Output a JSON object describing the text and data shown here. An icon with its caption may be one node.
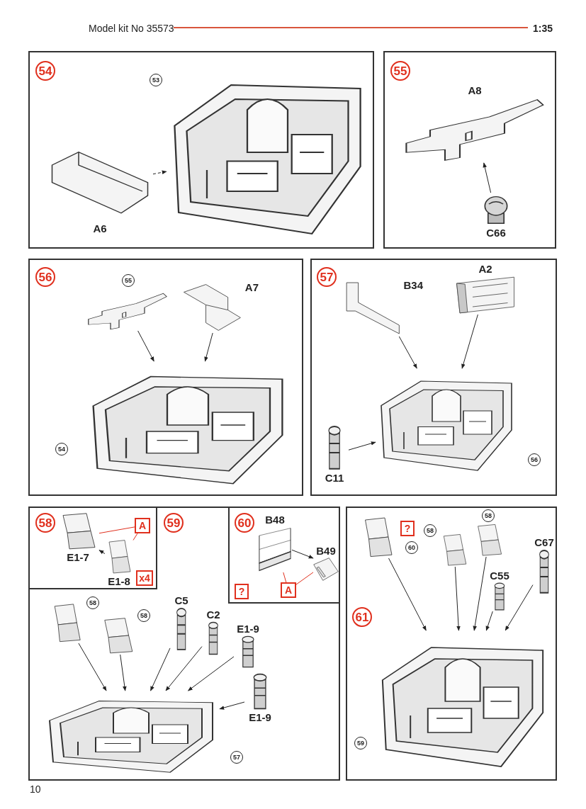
{
  "diagram": {
    "nodes": [
      {
        "text": [],
        "shape": "box"
      },
      {
        "text": [
          "54"
        ],
        "in": 0
      },
      {
        "text": [
          "53"
        ],
        "in": 0
      },
      {
        "text": [],
        "shape": "picture",
        "in": 0
      },
      {
        "text": [],
        "shape": "picture",
        "in": 0,
        "beside": [
          "A6"
        ]
      },
      {
        "text": [],
        "shape": "box"
      },
      {
        "text": [
          "55"
        ],
        "in": 5
      },
      {
        "text": [],
        "shape": "picture",
        "in": 5,
        "beside": [
          "A8"
        ]
      },
      {
        "text": [],
        "shape": "picture",
        "in": 5,
        "beside": [
          "C66"
        ]
      },
      {
        "text": [],
        "shape": "box"
      },
      {
        "text": [
          "56"
        ],
        "in": 9
      },
      {
        "text": [
          "55"
        ],
        "in": 9
      },
      {
        "text": [],
        "shape": "picture",
        "in": 9
      },
      {
        "text": [],
        "shape": "picture",
        "in": 9,
        "beside": [
          "A7"
        ]
      },
      {
        "text": [],
        "shape": "picture",
        "in": 9
      },
      {
        "text": [
          "54"
        ],
        "in": 9
      },
      {
        "text": [],
        "shape": "box"
      },
      {
        "text": [
          "57"
        ],
        "in": 16
      },
      {
        "text": [],
        "shape": "picture",
        "in": 16,
        "beside": [
          "A2"
        ]
      },
      {
        "text": [],
        "shape": "picture",
        "in": 16,
        "beside": [
          "B34"
        ]
      },
      {
        "text": [],
        "shape": "picture",
        "in": 16,
        "beside": [
          "C11"
        ]
      },
      {
        "text": [],
        "shape": "picture",
        "in": 16
      },
      {
        "text": [
          "56"
        ],
        "in": 16
      },
      {
        "text": [],
        "shape": "box",
        "in": 29
      },
      {
        "text": [
          "58"
        ],
        "in": 23
      },
      {
        "text": [],
        "shape": "picture",
        "in": 23,
        "beside": [
          "E1-7"
        ]
      },
      {
        "text": [],
        "shape": "picture",
        "in": 23,
        "beside": [
          "E1-8"
        ]
      },
      {
        "text": [
          "A"
        ],
        "in": 23
      },
      {
        "text": [
          "x4"
        ],
        "in": 23
      },
      {
        "text": [],
        "shape": "box"
      },
      {
        "text": [
          "59"
        ],
        "in": 29
      },
      {
        "text": [],
        "shape": "picture",
        "in": 29
      },
      {
        "text": [
          "58"
        ],
        "in": 29
      },
      {
        "text": [],
        "shape": "picture",
        "in": 29
      },
      {
        "text": [
          "58"
        ],
        "in": 29
      },
      {
        "text": [],
        "shape": "picture",
        "in": 29,
        "beside": [
          "C5"
        ]
      },
      {
        "text": [],
        "shape": "picture",
        "in": 29,
        "beside": [
          "C2"
        ]
      },
      {
        "text": [],
        "shape": "picture",
        "in": 29,
        "beside": [
          "E1-9"
        ]
      },
      {
        "text": [],
        "shape": "picture",
        "in": 29,
        "beside": [
          "E1-9"
        ]
      },
      {
        "text": [],
        "shape": "picture",
        "in": 29
      },
      {
        "text": [
          "57"
        ],
        "in": 29
      },
      {
        "text": [],
        "shape": "box",
        "in": 29
      },
      {
        "text": [
          "60"
        ],
        "in": 41
      },
      {
        "text": [],
        "shape": "picture",
        "in": 41,
        "beside": [
          "B48"
        ]
      },
      {
        "text": [],
        "shape": "picture",
        "in": 41,
        "beside": [
          "B49"
        ]
      },
      {
        "text": [
          "A"
        ],
        "in": 41
      },
      {
        "text": [
          "?"
        ],
        "in": 41
      },
      {
        "text": [],
        "shape": "box"
      },
      {
        "text": [
          "61"
        ],
        "in": 47
      },
      {
        "text": [],
        "shape": "picture",
        "in": 47
      },
      {
        "text": [
          "?"
        ],
        "in": 47
      },
      {
        "text": [
          "60"
        ],
        "in": 47
      },
      {
        "text": [],
        "shape": "picture",
        "in": 47
      },
      {
        "text": [
          "58"
        ],
        "in": 47
      },
      {
        "text": [],
        "shape": "picture",
        "in": 47
      },
      {
        "text": [
          "58"
        ],
        "in": 47
      },
      {
        "text": [],
        "shape": "picture",
        "in": 47,
        "beside": [
          "C55"
        ]
      },
      {
        "text": [],
        "shape": "picture",
        "in": 47,
        "beside": [
          "C67"
        ]
      },
      {
        "text": [],
        "shape": "picture",
        "in": 47
      },
      {
        "text": [
          "59"
        ],
        "in": 47
      }
    ],
    "edges": [
      {
        "from": 4,
        "to": 3,
        "arrow": "to",
        "style": "dashed"
      },
      {
        "from": 8,
        "to": 7,
        "arrow": "to"
      },
      {
        "from": 12,
        "to": 14,
        "arrow": "to"
      },
      {
        "from": 13,
        "to": 14,
        "arrow": "to"
      },
      {
        "from": 18,
        "to": 21,
        "arrow": "to"
      },
      {
        "from": 19,
        "to": 21,
        "arrow": "to"
      },
      {
        "from": 20,
        "to": 21,
        "arrow": "to"
      },
      {
        "from": 26,
        "to": 25,
        "arrow": "to"
      },
      {
        "from": 27,
        "to": 25,
        "arrow": "none",
        "color": "#e0301e"
      },
      {
        "from": 27,
        "to": 26,
        "arrow": "none",
        "color": "#e0301e"
      },
      {
        "from": 31,
        "to": 39,
        "arrow": "to"
      },
      {
        "from": 33,
        "to": 39,
        "arrow": "to"
      },
      {
        "from": 35,
        "to": 39,
        "arrow": "to"
      },
      {
        "from": 36,
        "to": 39,
        "arrow": "to"
      },
      {
        "from": 37,
        "to": 39,
        "arrow": "to"
      },
      {
        "from": 38,
        "to": 39,
        "arrow": "to"
      },
      {
        "from": 43,
        "to": 44,
        "arrow": "to"
      },
      {
        "from": 45,
        "to": 43,
        "arrow": "none",
        "color": "#e0301e"
      },
      {
        "from": 45,
        "to": 44,
        "arrow": "none",
        "color": "#e0301e"
      },
      {
        "from": 49,
        "to": 58,
        "arrow": "to"
      },
      {
        "from": 52,
        "to": 58,
        "arrow": "to"
      },
      {
        "from": 54,
        "to": 58,
        "arrow": "to"
      },
      {
        "from": 56,
        "to": 58,
        "arrow": "to"
      },
      {
        "from": 57,
        "to": 58,
        "arrow": "to"
      }
    ],
    "labels": [
      "Model kit No 35573",
      "1:35",
      "10"
    ]
  }
}
